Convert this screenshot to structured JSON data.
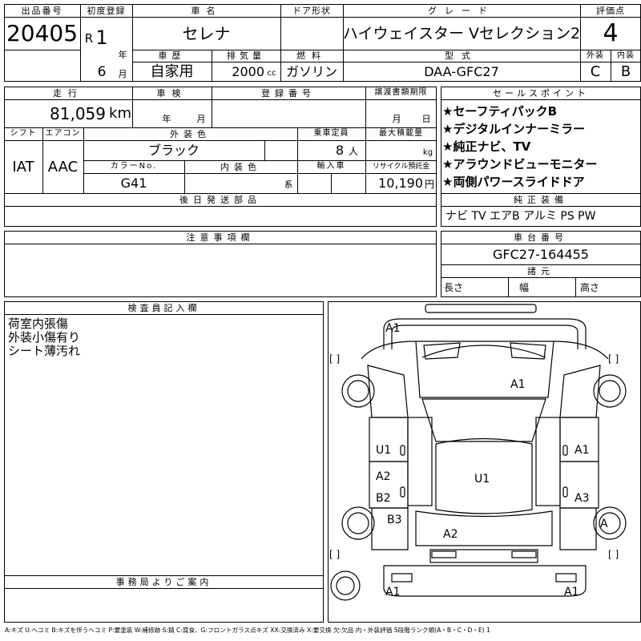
{
  "header": {
    "lot_label": "出品番号",
    "lot_number": "20405",
    "first_reg_label": "初度登録",
    "era": "R",
    "year": "1",
    "year_unit": "年",
    "month": "6",
    "month_unit": "月",
    "car_name_label": "車名",
    "car_name": "セレナ",
    "door_label": "ドア形状",
    "door_value": "",
    "grade_label": "グレード",
    "grade": "ハイウェイスター Vセレクション2",
    "score_label": "評価点",
    "score": "4",
    "history_label": "車歴",
    "history": "自家用",
    "displacement_label": "排気量",
    "displacement": "2000",
    "displacement_unit": "cc",
    "fuel_label": "燃料",
    "fuel": "ガソリン",
    "model_label": "型式",
    "model": "DAA-GFC27",
    "exterior_label": "外装",
    "exterior_grade": "C",
    "interior_label": "内装",
    "interior_grade": "B"
  },
  "details": {
    "mileage_label": "走行",
    "mileage": "81,059",
    "mileage_unit": "km",
    "inspection_label": "車検",
    "inspection_year_unit": "年",
    "inspection_month_unit": "月",
    "reg_no_label": "登録番号",
    "transfer_label": "譲渡書類期限",
    "transfer_month_unit": "月",
    "transfer_day_unit": "日",
    "shift_label": "シフト",
    "shift": "IAT",
    "ac_label": "エアコン",
    "ac": "AAC",
    "color_label": "外装色",
    "color": "ブラック",
    "capacity_label": "乗車定員",
    "capacity": "8",
    "capacity_unit": "人",
    "max_load_label": "最大積載量",
    "max_load_unit": "kg",
    "color_no_label": "カラーNo.",
    "color_no": "G41",
    "int_color_label": "内装色",
    "int_color_unit": "系",
    "import_label": "輸入車",
    "recycle_label": "リサイクル預託金",
    "recycle": "10,190",
    "recycle_unit": "円",
    "later_parts_label": "後日発送部品"
  },
  "sales_points": {
    "label": "セールスポイント",
    "items": [
      "★セーフティパックB",
      "★デジタルインナーミラー",
      "★純正ナビ、TV",
      "★アラウンドビューモニター",
      "★両側パワースライドドア"
    ]
  },
  "equipment": {
    "label": "純正装備",
    "value": "ナビ TV エアB アルミ PS PW"
  },
  "notes": {
    "label": "注意事項欄"
  },
  "chassis": {
    "label": "車台番号",
    "value": "GFC27-164455",
    "dims_label": "諸元",
    "length_label": "長さ",
    "width_label": "幅",
    "height_label": "高さ"
  },
  "inspector": {
    "label": "検査員記入欄",
    "lines": [
      "荷室内張傷",
      "外装小傷有り",
      "シート薄汚れ"
    ]
  },
  "office": {
    "label": "事務局よりご案内"
  },
  "diagram": {
    "marks": {
      "front_bumper": "A1",
      "hood": "A1",
      "left_front_door": "U1",
      "right_front_door": "A1",
      "left_rear_door_a": "A2",
      "left_rear_door_b": "B2",
      "right_rear_door": "A3",
      "left_rear_fender": "B3",
      "roof": "U1",
      "rear_glass": "A2",
      "right_rear_wheel": "A",
      "rear_bumper_left": "A1",
      "rear_bumper_right": "A1"
    },
    "bracket": "[ ]"
  },
  "legend": "A:キズ U:ヘコミ B:キズを伴うヘコミ P:要塗装 W:補修跡 S:錆 C:腐食、G:フロントガラス点キズ XX:交換済み X:要交換 欠:欠品 内・外装評価 5段階ランク順(A・B・C・D・E) 1"
}
